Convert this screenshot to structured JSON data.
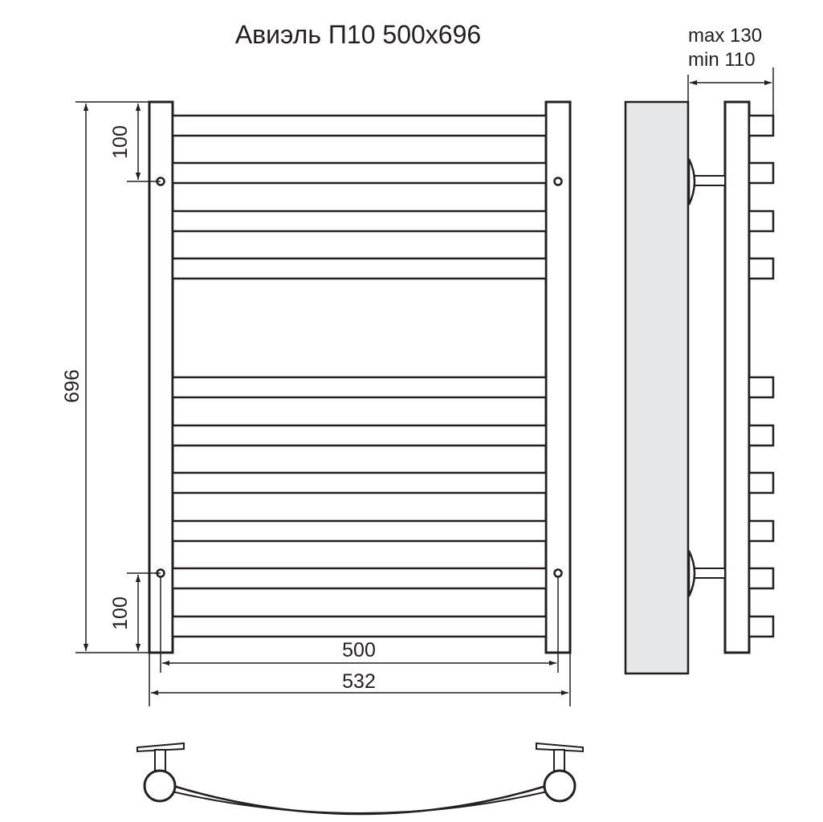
{
  "title": "Авиэль П10 500x696",
  "dimensions": {
    "height_total": "696",
    "connection_offset_top": "100",
    "connection_offset_bottom": "100",
    "width_connection": "500",
    "width_total": "532",
    "wall_distance_max": "max 130",
    "wall_distance_min": "min 110"
  },
  "colors": {
    "line": "#231f20",
    "wall": "#e6e7e8",
    "background": "#ffffff"
  }
}
